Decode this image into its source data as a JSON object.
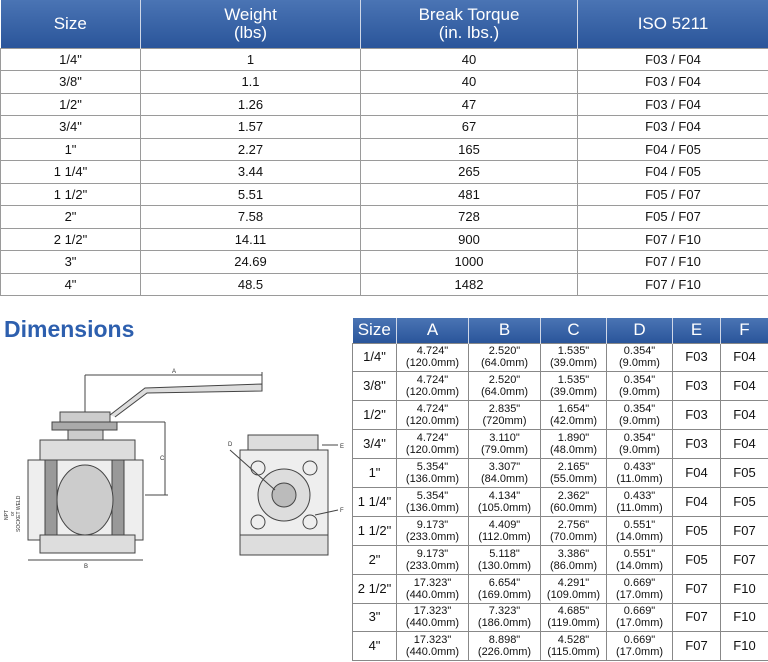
{
  "top_table": {
    "headers": [
      {
        "l1": "Size",
        "l2": ""
      },
      {
        "l1": "Weight",
        "l2": "(lbs)"
      },
      {
        "l1": "Break Torque",
        "l2": "(in. lbs.)"
      },
      {
        "l1": "ISO 5211",
        "l2": ""
      }
    ],
    "rows": [
      [
        "1/4\"",
        "1",
        "40",
        "F03 / F04"
      ],
      [
        "3/8\"",
        "1.1",
        "40",
        "F03 / F04"
      ],
      [
        "1/2\"",
        "1.26",
        "47",
        "F03 / F04"
      ],
      [
        "3/4\"",
        "1.57",
        "67",
        "F03 / F04"
      ],
      [
        "1\"",
        "2.27",
        "165",
        "F04 / F05"
      ],
      [
        "1 1/4\"",
        "3.44",
        "265",
        "F04 / F05"
      ],
      [
        "1 1/2\"",
        "5.51",
        "481",
        "F05 / F07"
      ],
      [
        "2\"",
        "7.58",
        "728",
        "F05 / F07"
      ],
      [
        "2 1/2\"",
        "14.11",
        "900",
        "F07 / F10"
      ],
      [
        "3\"",
        "24.69",
        "1000",
        "F07 / F10"
      ],
      [
        "4\"",
        "48.5",
        "1482",
        "F07 / F10"
      ]
    ]
  },
  "dimensions_title": "Dimensions",
  "diagram_labels": {
    "a": "A",
    "b": "B",
    "c": "C",
    "d": "D",
    "e": "E",
    "f": "F",
    "npt": "NPT",
    "or": "or",
    "sw": "SOCKET WELD"
  },
  "dim_table": {
    "headers": [
      "Size",
      "A",
      "B",
      "C",
      "D",
      "E",
      "F"
    ],
    "rows": [
      [
        "1/4\"",
        "4.724\"",
        "(120.0mm)",
        "2.520\"",
        "(64.0mm)",
        "1.535\"",
        "(39.0mm)",
        "0.354\"",
        "(9.0mm)",
        "F03",
        "F04"
      ],
      [
        "3/8\"",
        "4.724\"",
        "(120.0mm)",
        "2.520\"",
        "(64.0mm)",
        "1.535\"",
        "(39.0mm)",
        "0.354\"",
        "(9.0mm)",
        "F03",
        "F04"
      ],
      [
        "1/2\"",
        "4.724\"",
        "(120.0mm)",
        "2.835\"",
        "(720mm)",
        "1.654\"",
        "(42.0mm)",
        "0.354\"",
        "(9.0mm)",
        "F03",
        "F04"
      ],
      [
        "3/4\"",
        "4.724\"",
        "(120.0mm)",
        "3.110\"",
        "(79.0mm)",
        "1.890\"",
        "(48.0mm)",
        "0.354\"",
        "(9.0mm)",
        "F03",
        "F04"
      ],
      [
        "1\"",
        "5.354\"",
        "(136.0mm)",
        "3.307\"",
        "(84.0mm)",
        "2.165\"",
        "(55.0mm)",
        "0.433\"",
        "(11.0mm)",
        "F04",
        "F05"
      ],
      [
        "1 1/4\"",
        "5.354\"",
        "(136.0mm)",
        "4.134\"",
        "(105.0mm)",
        "2.362\"",
        "(60.0mm)",
        "0.433\"",
        "(11.0mm)",
        "F04",
        "F05"
      ],
      [
        "1 1/2\"",
        "9.173\"",
        "(233.0mm)",
        "4.409\"",
        "(112.0mm)",
        "2.756\"",
        "(70.0mm)",
        "0.551\"",
        "(14.0mm)",
        "F05",
        "F07"
      ],
      [
        "2\"",
        "9.173\"",
        "(233.0mm)",
        "5.118\"",
        "(130.0mm)",
        "3.386\"",
        "(86.0mm)",
        "0.551\"",
        "(14.0mm)",
        "F05",
        "F07"
      ],
      [
        "2 1/2\"",
        "17.323\"",
        "(440.0mm)",
        "6.654\"",
        "(169.0mm)",
        "4.291\"",
        "(109.0mm)",
        "0.669\"",
        "(17.0mm)",
        "F07",
        "F10"
      ],
      [
        "3\"",
        "17.323\"",
        "(440.0mm)",
        "7.323\"",
        "(186.0mm)",
        "4.685\"",
        "(119.0mm)",
        "0.669\"",
        "(17.0mm)",
        "F07",
        "F10"
      ],
      [
        "4\"",
        "17.323\"",
        "(440.0mm)",
        "8.898\"",
        "(226.0mm)",
        "4.528\"",
        "(115.0mm)",
        "0.669\"",
        "(17.0mm)",
        "F07",
        "F10"
      ]
    ]
  }
}
